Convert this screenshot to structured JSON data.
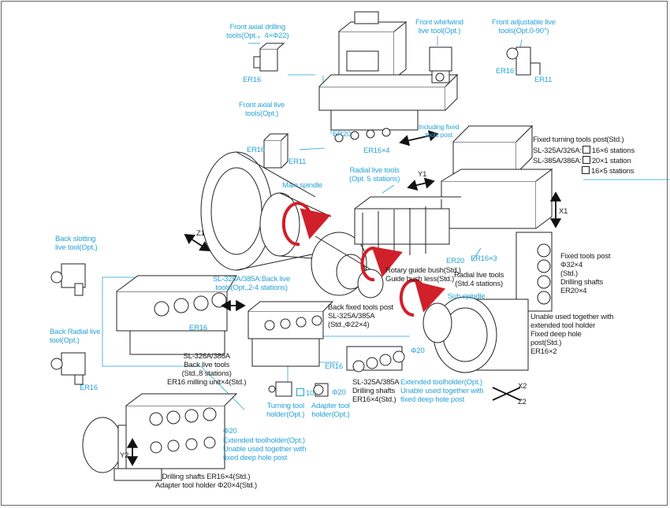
{
  "colors": {
    "callout": "#29a3d6",
    "text": "#1a1a1a",
    "arrow": "#d0202a",
    "line": "#222222"
  },
  "labels": {
    "front_axial_drilling": [
      "Front axial drilling",
      "tools(Opt.，4×Φ22)"
    ],
    "front_whirlwind": [
      "Front whirlwind",
      "live tool(Opt.)"
    ],
    "front_adjustable": [
      "Front adjustable live",
      "tools(Opt.0-90°)"
    ],
    "er16_a": "ER16",
    "er16_b": "ER16",
    "er11_b": "ER11",
    "front_axial_live": [
      "Front axial live",
      "tools(Opt.)"
    ],
    "er16_c": "ER16",
    "er11_c": "ER11",
    "er20_top": "ER20",
    "er16x4_top": "ER16×4",
    "including_fixed": [
      "Including fixed",
      "tools post"
    ],
    "fixed_turning": "Fixed turning tools post(Std.)",
    "sl325a326a_prefix": "SL-325A/326A:",
    "sl325a326a_value": "16×6 stations",
    "sl385a386a_prefix": "SL-385A/386A:",
    "sl385a386a_value": "20×1 station",
    "third_value": "16×5 stations",
    "radial_live_opt": [
      "Radial live tools",
      "(Opt. 5 stations)"
    ],
    "y1": "Y1",
    "x1": "X1",
    "main_spindle": "Main spindle",
    "z1": "Z1",
    "er20_mid": "ER20",
    "er16x3": "ER16×3",
    "rotary_guide": [
      "Rotary guide bush(Std.)",
      "Guide bush less(Std.)"
    ],
    "radial_live_std": [
      "Radial live tools",
      "(Std.4 stations)"
    ],
    "sub_spindle": "Sub spindle",
    "fixed_tools_post": [
      "Fixed tools post",
      "Φ32×4",
      "(Std.)",
      "Drilling shafts",
      "ER20×4"
    ],
    "back_slotting": [
      "Back slotting",
      "live tool(Opt.)"
    ],
    "back_live_opt": [
      "SL-325A/385A:Back live",
      "tools(Opt.,2-4 stations)"
    ],
    "back_fixed_post": [
      "Back fixed tools post",
      "SL-325A/385A",
      "(Std.,Φ22×4)"
    ],
    "er16_back": "ER16",
    "unable_right": [
      "Unable used together with",
      "extended tool holder",
      "Fixed deep hole",
      "post(Std.)",
      "ER16×2"
    ],
    "back_radial": [
      "Back Radial live",
      "tool(Opt.)"
    ],
    "sl326a386a": [
      "SL-326A/386A",
      "Back live tools",
      "(Std.,8 stations)",
      "ER16 milling unit×4(Std.)"
    ],
    "phi20_mid": "Φ20",
    "er16_mid": "ER16",
    "er16_left": "ER16",
    "sl325a385a_drill": [
      "SL-325A/385A",
      "Drilling shafts",
      "ER16×4(Std.)"
    ],
    "extended_opt_mid": [
      "Extended toolholder(Opt.)",
      "Unable used together with",
      "fixed deep hole post"
    ],
    "x2": "X2",
    "z2": "Z2",
    "num10": "10",
    "phi20_small": "Φ20",
    "turning_holder": [
      "Turning tool",
      "holder(Opt.)"
    ],
    "adapter_holder": [
      "Adapter tool",
      "holder(Opt.)"
    ],
    "phi20_bottom": "Φ20",
    "extended_opt_bottom": [
      "Extended toolholder(Opt.)",
      "Unable used together with",
      "fixed deep hole post"
    ],
    "y2": "Y2",
    "bottom_caption": [
      "Drilling shafts ER16×4(Std.)",
      "Adapter tool holder Φ20×4(Std.)"
    ]
  }
}
